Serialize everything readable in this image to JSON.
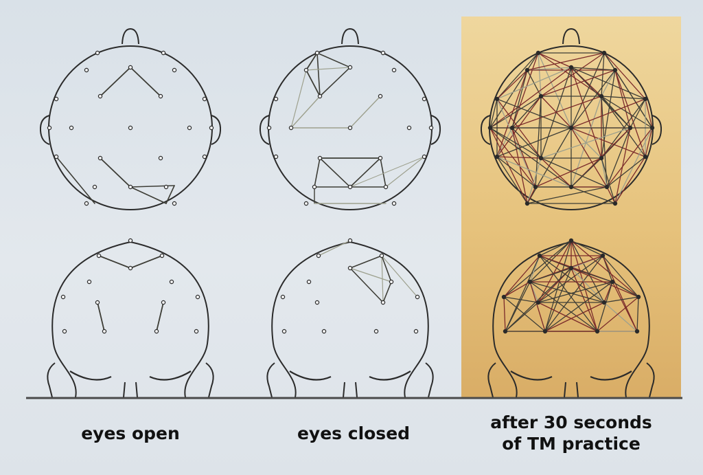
{
  "captions": {
    "eyes_open": "eyes open",
    "eyes_closed": "eyes closed",
    "tm_line1": "after 30 seconds",
    "tm_line2": "of TM practice"
  },
  "colors": {
    "background": "#dfe5eb",
    "highlight_panel": "#e8c681",
    "outline": "#2b2b2b",
    "link_dark": "#3d3d36",
    "link_light": "#9da08d",
    "link_red": "#7a2a2a"
  },
  "icons": [
    "head-top-view-icon",
    "head-back-view-icon"
  ]
}
